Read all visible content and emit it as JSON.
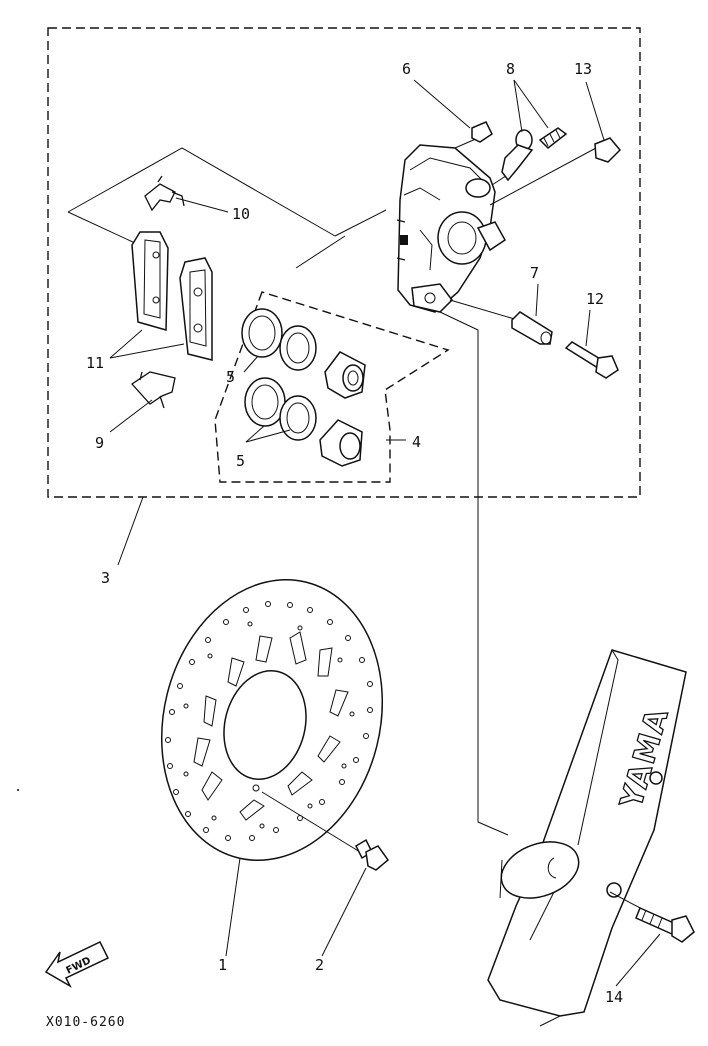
{
  "callouts": [
    "1",
    "2",
    "3",
    "4",
    "5",
    "5",
    "6",
    "7",
    "8",
    "9",
    "10",
    "11",
    "12",
    "13",
    "14"
  ],
  "diagram_code": "X010-6260",
  "fwd_label": "FWD",
  "brand_text": "YAMA"
}
